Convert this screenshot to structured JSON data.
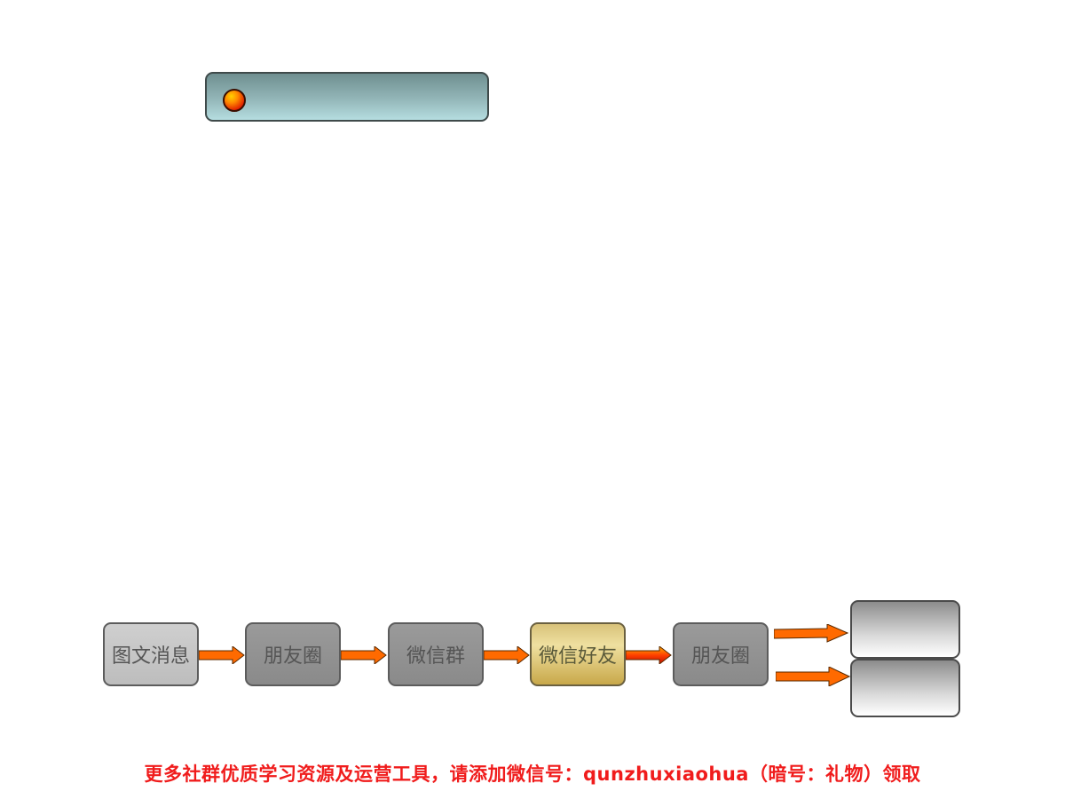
{
  "title_bar": {
    "bullet_icon": "red-orange-sphere-bullet"
  },
  "flow": {
    "nodes": [
      {
        "label": "图文消息",
        "style": "light"
      },
      {
        "label": "朋友圈",
        "style": "dark"
      },
      {
        "label": "微信群",
        "style": "dark"
      },
      {
        "label": "微信好友",
        "style": "gold"
      },
      {
        "label": "朋友圈",
        "style": "dark"
      }
    ],
    "outputs": [
      {
        "label": ""
      },
      {
        "label": ""
      }
    ],
    "colors": {
      "arrow": "#ff6a00",
      "light_node": "#c4c4c4",
      "dark_node": "#919191",
      "gold_node": "#d9c27a"
    }
  },
  "footer": {
    "text": "更多社群优质学习资源及运营工具，请添加微信号：qunzhuxiaohua（暗号：礼物）领取"
  }
}
